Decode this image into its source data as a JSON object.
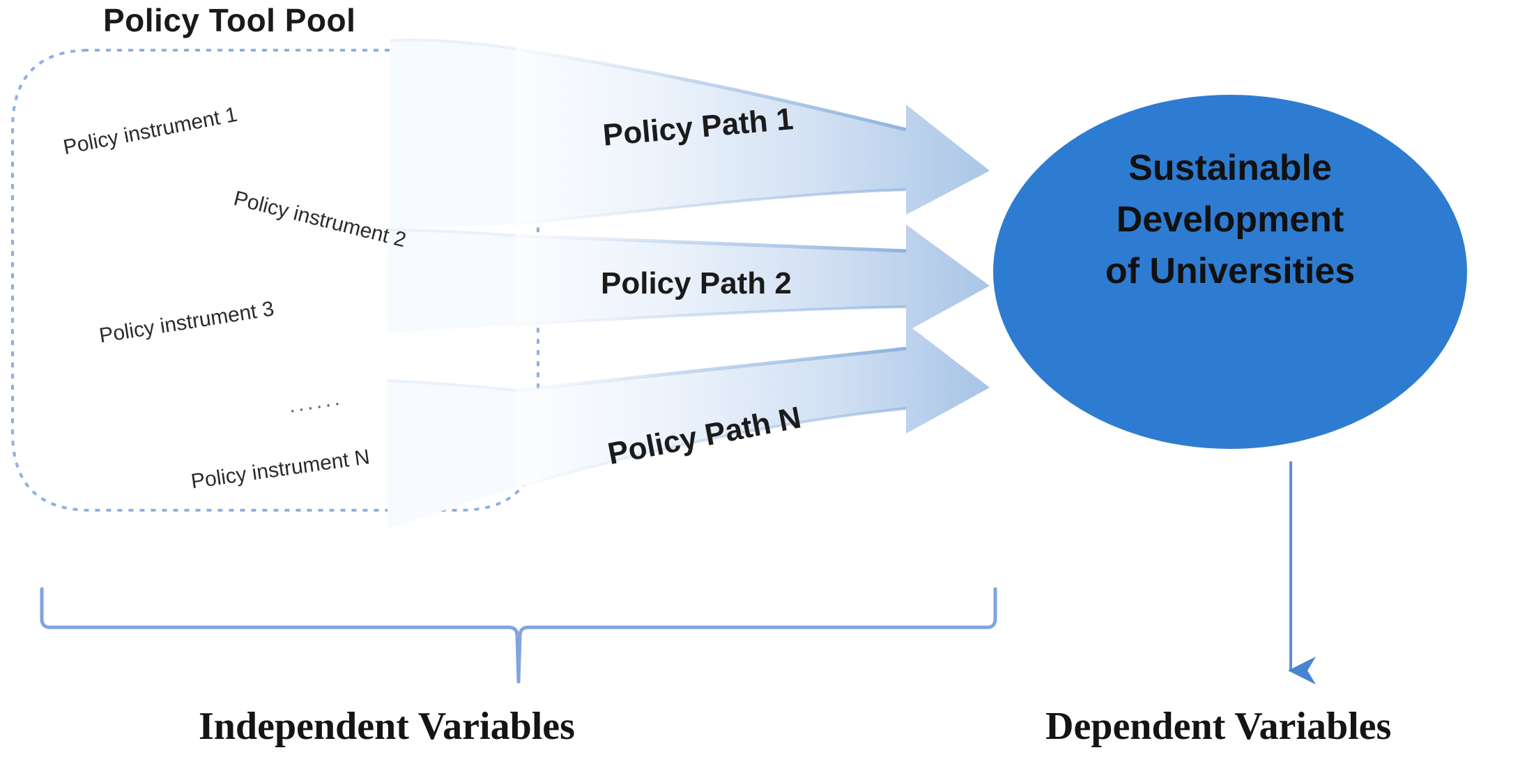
{
  "diagram": {
    "title_label": "Policy Tool Pool",
    "pool": {
      "border_color": "#8fb0de",
      "instruments": [
        {
          "label": "Policy instrument  1"
        },
        {
          "label": "Policy instrument  2"
        },
        {
          "label": "Policy instrument 3"
        },
        {
          "label": "······"
        },
        {
          "label": "Policy instrument N"
        }
      ]
    },
    "paths": [
      {
        "label": "Policy Path 1"
      },
      {
        "label": "Policy Path 2"
      },
      {
        "label": "Policy Path N"
      }
    ],
    "outcome": {
      "line1": "Sustainable",
      "line2": "Development",
      "line3": "of Universities",
      "fill_color": "#2E7CD1",
      "text_color": "#111111"
    },
    "captions": {
      "independent": "Independent Variables",
      "dependent": "Dependent Variables"
    },
    "colors": {
      "arrow_ribbon_light": "#f4f8fd",
      "arrow_ribbon_mid": "#c6d8ef",
      "arrow_ribbon_dark": "#a8c3e4",
      "brace_stroke": "#7fa5dd",
      "connector_stroke": "#5b8fd6",
      "dashed_border": "#8fb0de"
    }
  }
}
